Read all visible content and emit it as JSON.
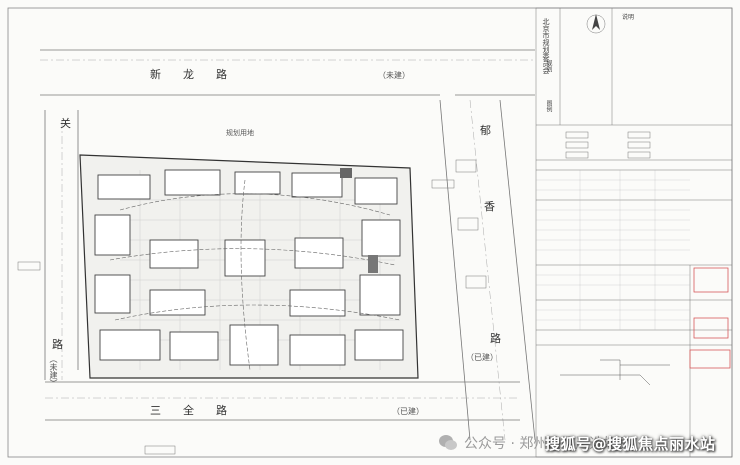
{
  "plan": {
    "road_north": "新　　龙　　路",
    "road_north_status": "（未建）",
    "road_west_char1": "关",
    "road_west_char2": "路",
    "road_west_status": "（未建）",
    "road_east_char1": "郁",
    "road_east_char2": "香",
    "road_east_char3": "路",
    "road_east_status": "（已建）",
    "road_south": "三　　全　　路",
    "road_south_status": "（已建）",
    "label_top_center": "规划用地"
  },
  "titleblock": {
    "vertical_1": "北京市规划委员会",
    "notes_title": "说明",
    "zh_label": "规划",
    "fig_label": "图例"
  },
  "watermark": {
    "gzh_text": "公众号 · 郑州路强严选好房",
    "source_text": "搜狐号@搜狐焦点丽水站"
  },
  "colors": {
    "line": "#555555",
    "red_stamp": "#d85a5a",
    "background": "#fbfbf9"
  }
}
